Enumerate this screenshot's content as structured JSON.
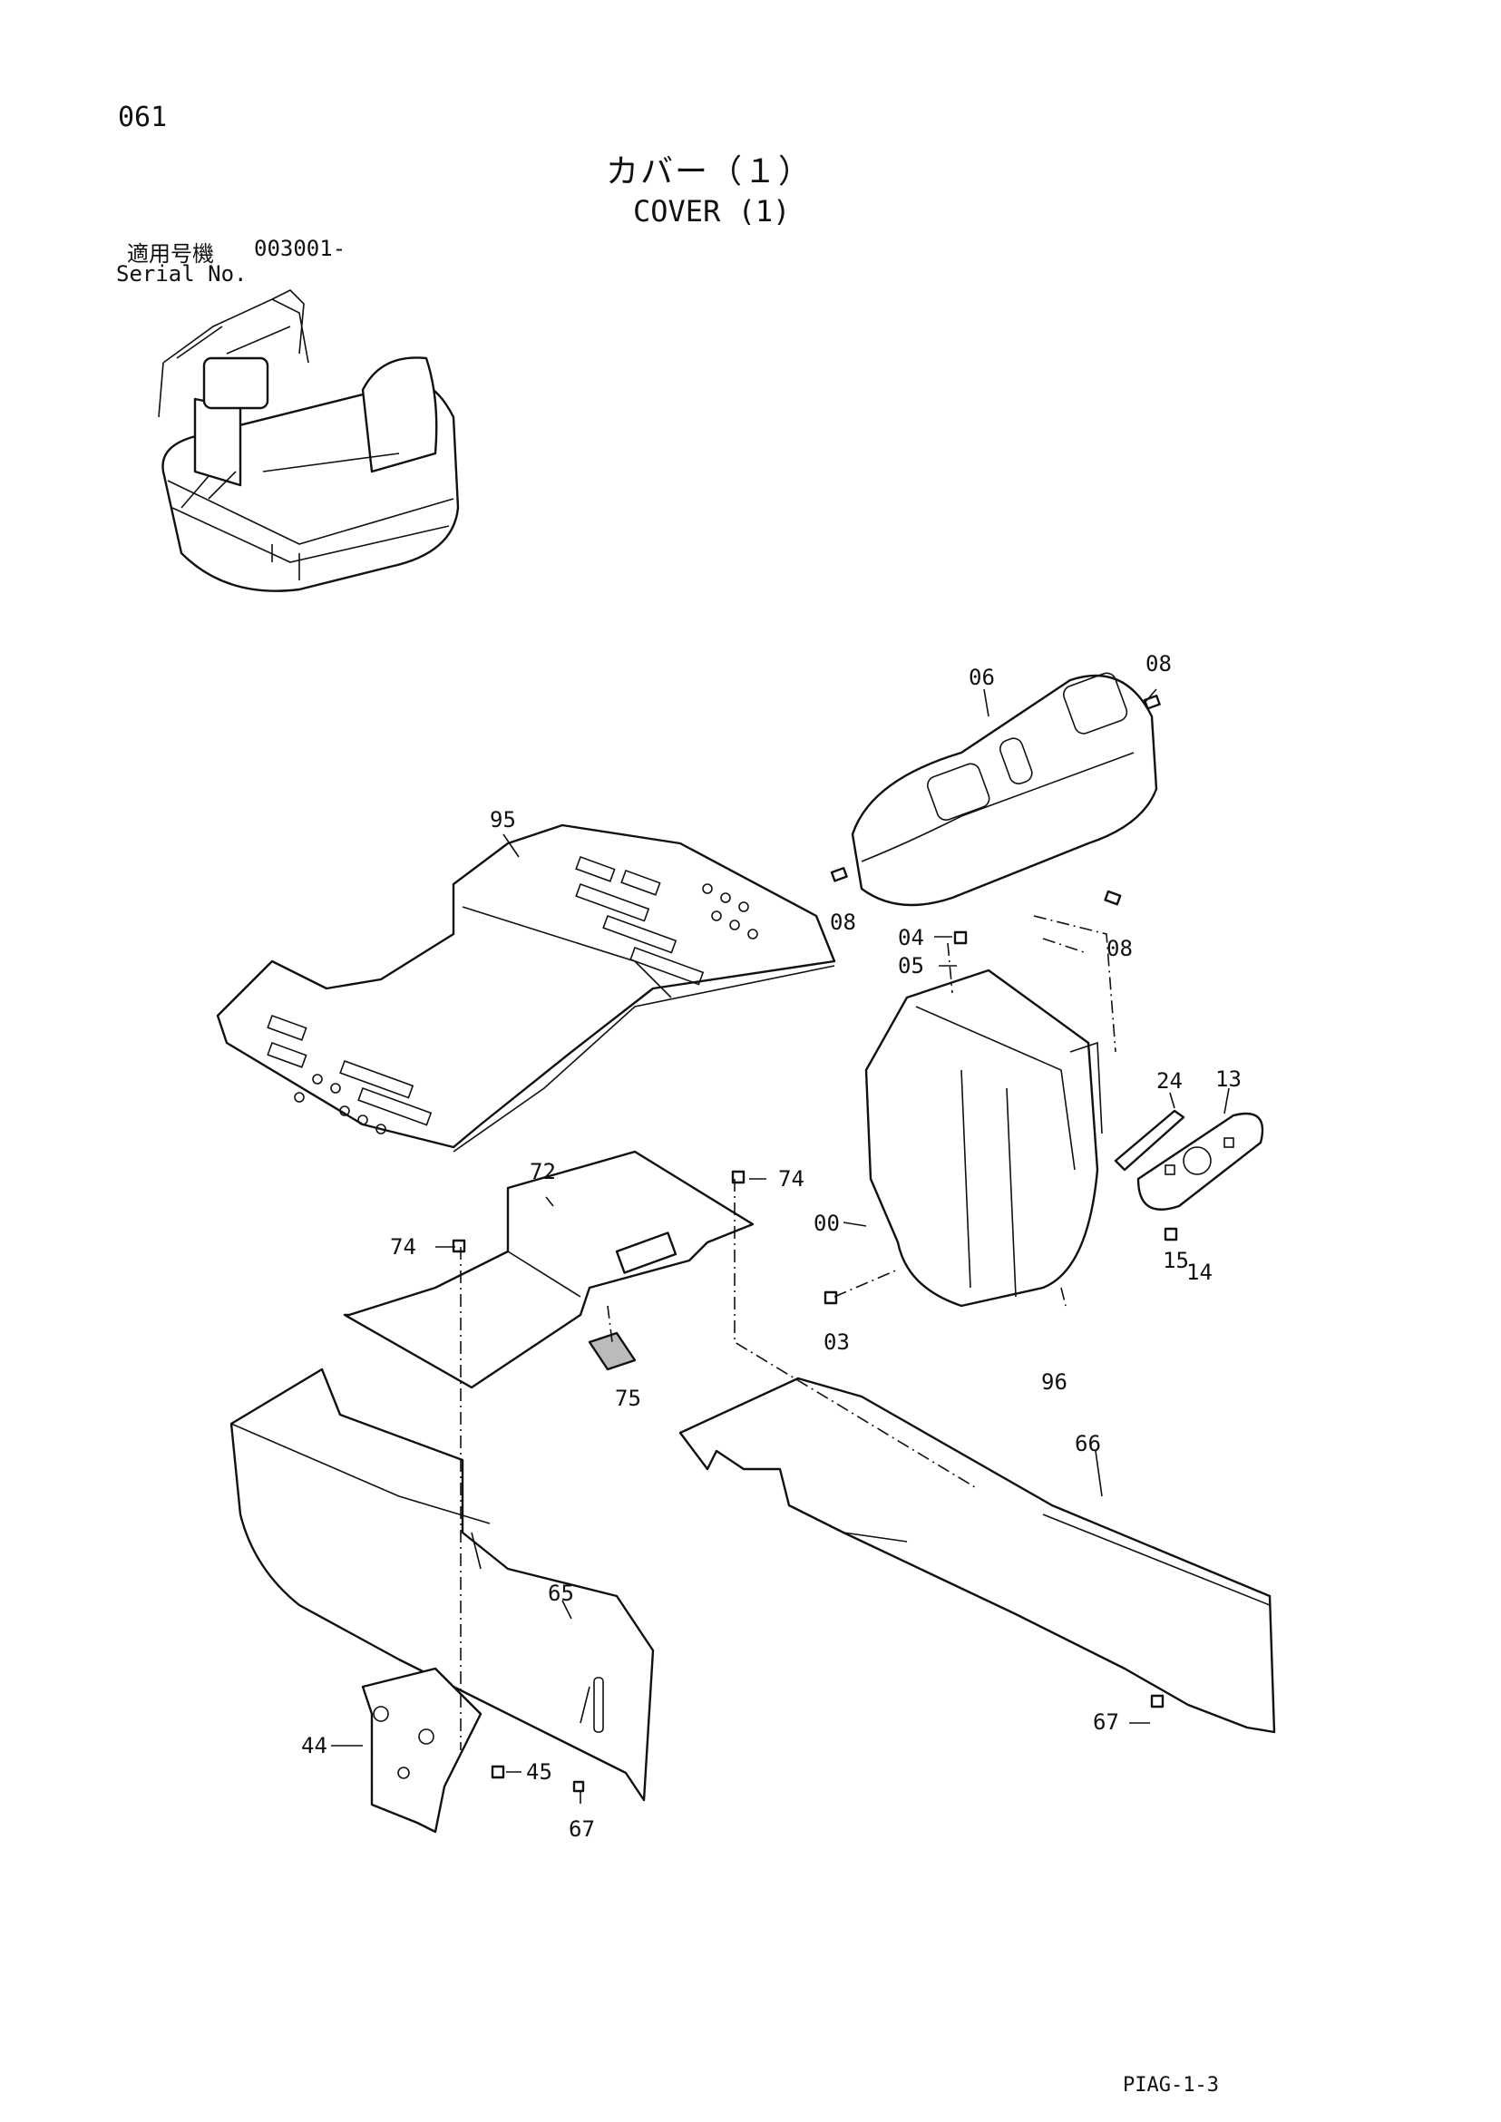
{
  "page": {
    "page_number": "061",
    "title_ja": "カバー（１）",
    "title_en": "COVER (1)",
    "serial_label_ja": "適用号機",
    "serial_value": "003001-",
    "serial_label_en": "Serial No.",
    "drawing_code": "PIAG-1-3"
  },
  "callouts": [
    {
      "key": "c08a",
      "label": "08"
    },
    {
      "key": "c06",
      "label": "06"
    },
    {
      "key": "c08b",
      "label": "08"
    },
    {
      "key": "c08c",
      "label": "08"
    },
    {
      "key": "c95",
      "label": "95"
    },
    {
      "key": "c04",
      "label": "04"
    },
    {
      "key": "c05",
      "label": "05"
    },
    {
      "key": "c24",
      "label": "24"
    },
    {
      "key": "c13",
      "label": "13"
    },
    {
      "key": "c72",
      "label": "72"
    },
    {
      "key": "c74a",
      "label": "74"
    },
    {
      "key": "c74b",
      "label": "74"
    },
    {
      "key": "c00",
      "label": "00"
    },
    {
      "key": "c15",
      "label": "15"
    },
    {
      "key": "c14",
      "label": "14"
    },
    {
      "key": "c03",
      "label": "03"
    },
    {
      "key": "c75",
      "label": "75"
    },
    {
      "key": "c96",
      "label": "96"
    },
    {
      "key": "c66",
      "label": "66"
    },
    {
      "key": "c65",
      "label": "65"
    },
    {
      "key": "c44",
      "label": "44"
    },
    {
      "key": "c45",
      "label": "45"
    },
    {
      "key": "c67a",
      "label": "67"
    },
    {
      "key": "c67b",
      "label": "67"
    }
  ]
}
